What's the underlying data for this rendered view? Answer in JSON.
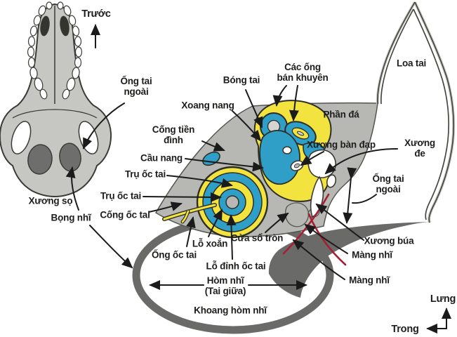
{
  "figure": {
    "description": "Vietnamese-labeled anatomical diagram of a mammal skull (dorsal view) and middle/inner ear cross-section",
    "colors": {
      "background": "#ffffff",
      "skull_grey": "#c6c6c2",
      "petrous_grey": "#b7b7b3",
      "dark_grey": "#6e6e6c",
      "endolymph_blue": "#2f9fc7",
      "perilymph_yellow": "#f3e33e",
      "eardrum_red": "#a51e34",
      "outline": "#2e2e29",
      "label_text": "#1d1d1b"
    }
  },
  "labels": {
    "truoc": {
      "text": "Trước"
    },
    "ong_tai_ngoai_left": {
      "text": "Ống tai\nngoài"
    },
    "bong_tai": {
      "text": "Bóng tai"
    },
    "cac_ong_ban_khuyen": {
      "text": "Các ống\nbán khuyên"
    },
    "loa_tai": {
      "text": "Loa tai"
    },
    "xoang_nang": {
      "text": "Xoang nang"
    },
    "phan_da": {
      "text": "Phần đá"
    },
    "cong_tien_dinh": {
      "text": "Cống tiền\nđình"
    },
    "cau_nang": {
      "text": "Cầu nang"
    },
    "xuong_ban_dap": {
      "text": "Xương bàn đạp"
    },
    "xuong_de": {
      "text": "Xương đe"
    },
    "tru_oc_tai_1": {
      "text": "Trụ ốc tai"
    },
    "tru_oc_tai_2": {
      "text": "Trụ ốc tai"
    },
    "ong_tai_ngoai_right": {
      "text": "Ống tai\nngoài"
    },
    "cong_oc_tai": {
      "text": "Cống ốc tai"
    },
    "xuong_so": {
      "text": "Xương sọ"
    },
    "bong_nhi": {
      "text": "Bọng nhĩ"
    },
    "lo_xoan": {
      "text": "Lỗ xoắn"
    },
    "cua_so_tron": {
      "text": "Cửa sổ tròn"
    },
    "ong_oc_tai": {
      "text": "Ống ốc tai"
    },
    "xuong_bua": {
      "text": "Xương búa"
    },
    "mang_nhi_1": {
      "text": "Màng nhĩ"
    },
    "lo_dinh_oc_tai": {
      "text": "Lỗ đỉnh ốc tai"
    },
    "mang_nhi_2": {
      "text": "Màng nhĩ"
    },
    "hom_nhi": {
      "text": "Hòm nhĩ\n(Tai giữa)"
    },
    "khoang_hom_nhi": {
      "text": "Khoang hòm nhĩ"
    },
    "lung": {
      "text": "Lưng"
    },
    "trong": {
      "text": "Trong"
    }
  }
}
